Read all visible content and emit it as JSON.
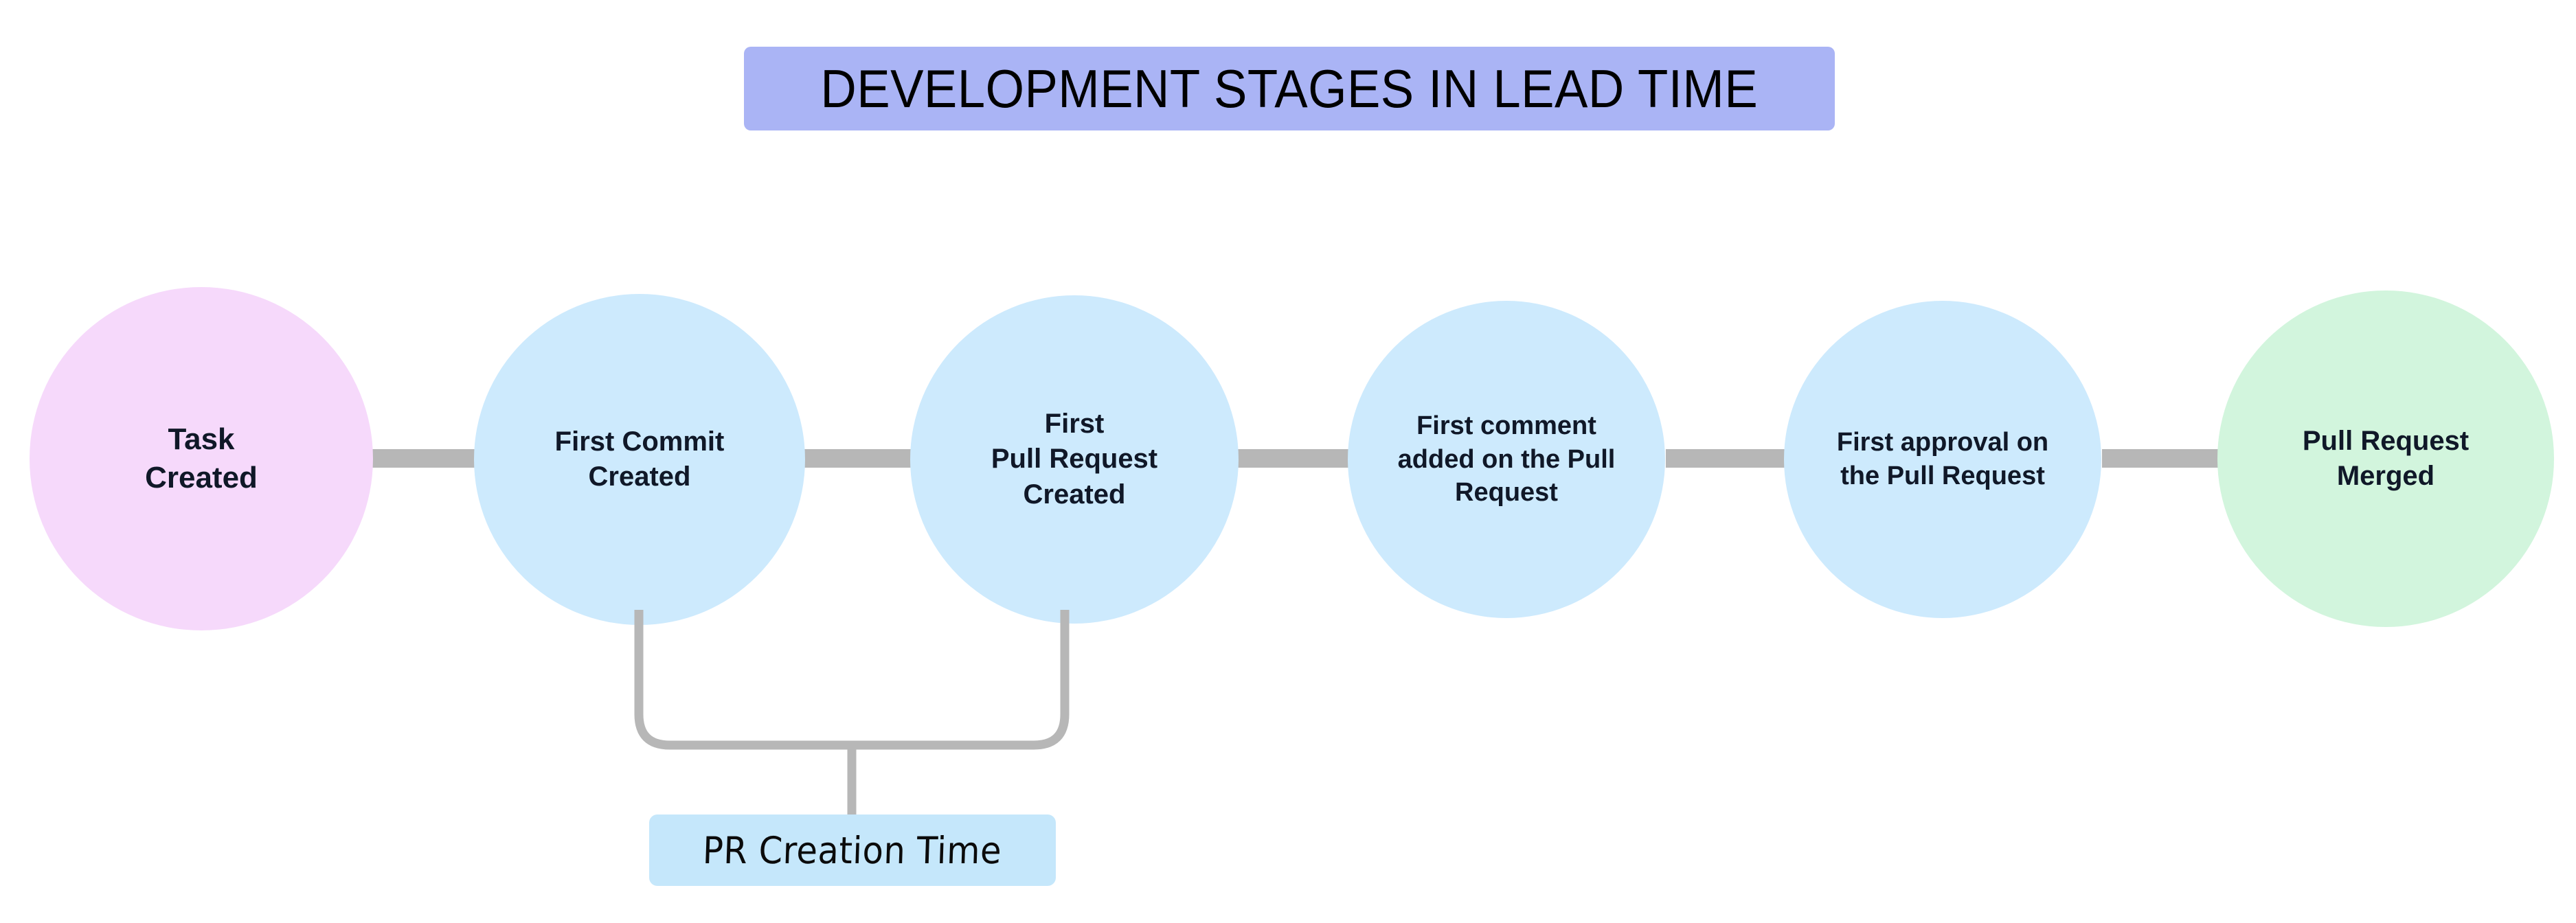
{
  "title": {
    "text": "DEVELOPMENT STAGES IN LEAD TIME",
    "background_color": "#aab4f5",
    "text_color": "#000000"
  },
  "diagram": {
    "type": "flow",
    "orientation": "horizontal",
    "connector_color": "#b7b7b7",
    "background_color": "#ffffff",
    "nodes": [
      {
        "id": "task-created",
        "label": "Task\nCreated",
        "fill": "#f6d9fb",
        "text_color": "#101828",
        "shape": "circle"
      },
      {
        "id": "first-commit-created",
        "label": "First Commit\nCreated",
        "fill": "#cdeafd",
        "text_color": "#101828",
        "shape": "circle"
      },
      {
        "id": "first-pull-request-created",
        "label": "First\nPull Request\nCreated",
        "fill": "#cdeafd",
        "text_color": "#101828",
        "shape": "circle"
      },
      {
        "id": "first-comment-added",
        "label": "First comment\nadded on the Pull\nRequest",
        "fill": "#cdeafd",
        "text_color": "#101828",
        "shape": "circle"
      },
      {
        "id": "first-approval",
        "label": "First approval on\nthe Pull Request",
        "fill": "#cdeafd",
        "text_color": "#101828",
        "shape": "circle"
      },
      {
        "id": "pull-request-merged",
        "label": "Pull Request\nMerged",
        "fill": "#d2f5dd",
        "text_color": "#101828",
        "shape": "circle"
      }
    ],
    "annotation": {
      "label": "PR Creation Time",
      "background_color": "#c5e7fb",
      "text_color": "#0b0b0b",
      "spans_from": "first-commit-created",
      "spans_to": "first-pull-request-created"
    }
  }
}
